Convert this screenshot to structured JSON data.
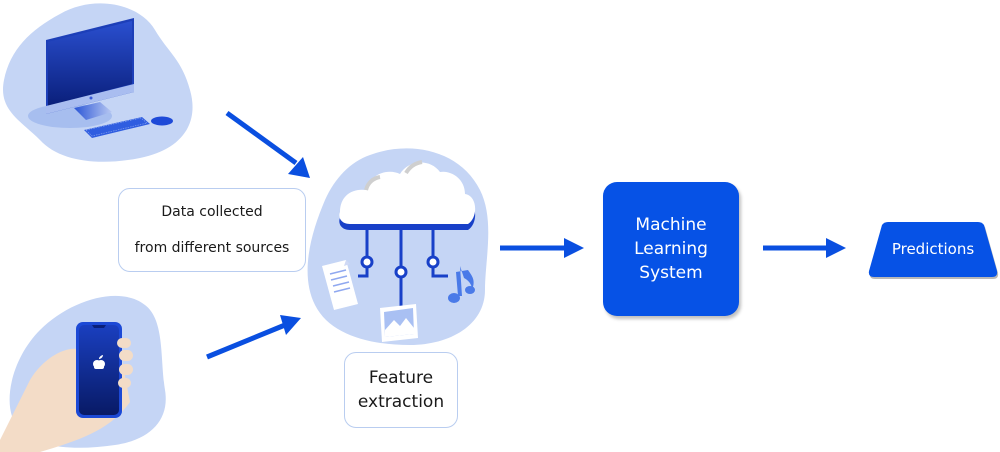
{
  "diagram": {
    "title": "Machine learning data pipeline",
    "colors": {
      "accent": "#0652e6",
      "blob": "#c5d5f5",
      "blob_dark": "#9fb8ee",
      "box_border": "#b9cdf0",
      "skin": "#f3dcc7"
    },
    "sources": {
      "desktop_icon": "desktop-computer-icon",
      "phone_icon": "smartphone-in-hand-icon",
      "label_line1": "Data collected",
      "label_line2": "from different sources"
    },
    "feature_extraction": {
      "icon": "cloud-network-icon",
      "attached_icons": [
        "document-icon",
        "image-icon",
        "music-note-icon"
      ],
      "label_line1": "Feature",
      "label_line2": "extraction"
    },
    "ml_system": {
      "line1": "Machine",
      "line2": "Learning",
      "line3": "System"
    },
    "predictions": {
      "label": "Predictions"
    }
  }
}
